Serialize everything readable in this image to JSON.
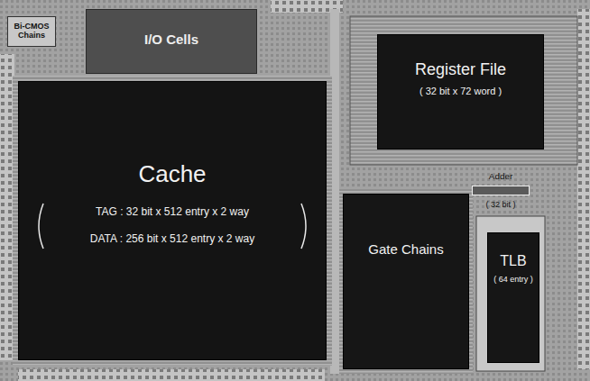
{
  "diagram": {
    "nodes": [
      {
        "text": [
          "Bi-CMOS Chains"
        ]
      },
      {
        "text": [
          "I/O Cells"
        ]
      },
      {
        "text": [
          "Cache",
          "TAG : 32 bit x 512 entry x 2 way",
          "DATA : 256 bit x 512 entry x 2 way"
        ]
      },
      {
        "text": [
          "Register File",
          "( 32 bit x 72 word )"
        ]
      },
      {
        "text": [
          "Adder",
          "( 32 bit )"
        ]
      },
      {
        "text": [
          "Gate Chains"
        ]
      },
      {
        "text": [
          "TLB",
          "( 64 entry )"
        ]
      }
    ]
  }
}
